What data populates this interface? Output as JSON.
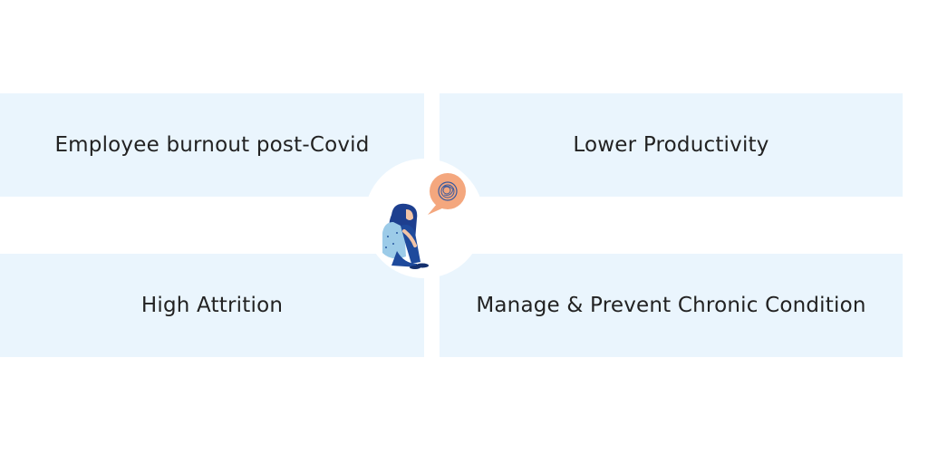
{
  "quadrants": {
    "top_left": "Employee burnout post-Covid",
    "top_right": "Lower Productivity",
    "bottom_left": "High Attrition",
    "bottom_right": "Manage & Prevent Chronic Condition"
  },
  "illustration": {
    "icon": "stressed-person-icon",
    "bubble_color": "#f4a77e",
    "hair_color": "#1d3f8f",
    "shirt_color": "#9ccbe8",
    "pants_color": "#1e4a9c"
  }
}
